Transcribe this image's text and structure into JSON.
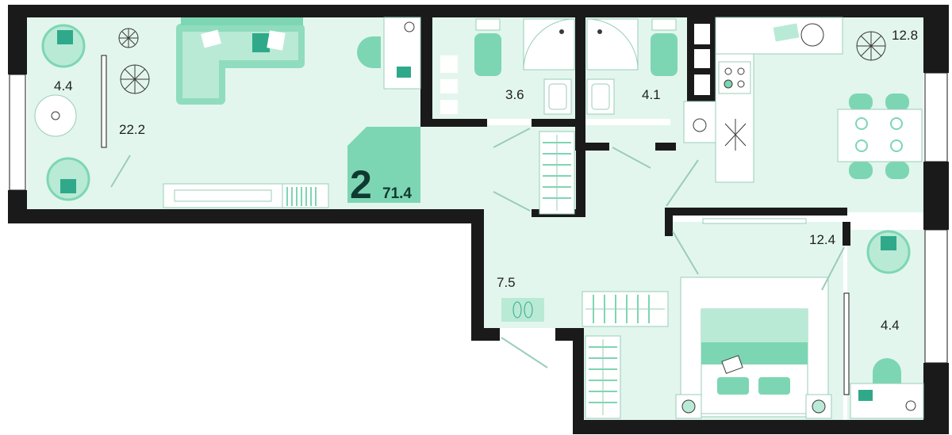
{
  "colors": {
    "floor": "#e2f6ee",
    "wall": "#1a1a1a",
    "accent": "#7dd6b3",
    "accent_dark": "#0f3a32",
    "furniture": "#ffffff",
    "line": "#9acdb8"
  },
  "apartment": {
    "rooms_count": "2",
    "total_area": "71.4"
  },
  "rooms": [
    {
      "id": "balcony-left",
      "area": "4.4"
    },
    {
      "id": "living-room",
      "area": "22.2"
    },
    {
      "id": "bathroom-1",
      "area": "3.6"
    },
    {
      "id": "bathroom-2",
      "area": "4.1"
    },
    {
      "id": "kitchen",
      "area": "12.8"
    },
    {
      "id": "bedroom",
      "area": "12.4"
    },
    {
      "id": "hallway",
      "area": "7.5"
    },
    {
      "id": "balcony-right",
      "area": "4.4"
    }
  ],
  "icons": [
    "plant-icon",
    "sofa-icon",
    "bed-icon",
    "toilet-icon",
    "shower-icon",
    "sink-icon",
    "stove-icon",
    "dining-table-icon",
    "armchair-icon",
    "slippers-icon",
    "wardrobe-icon",
    "door-icon"
  ]
}
